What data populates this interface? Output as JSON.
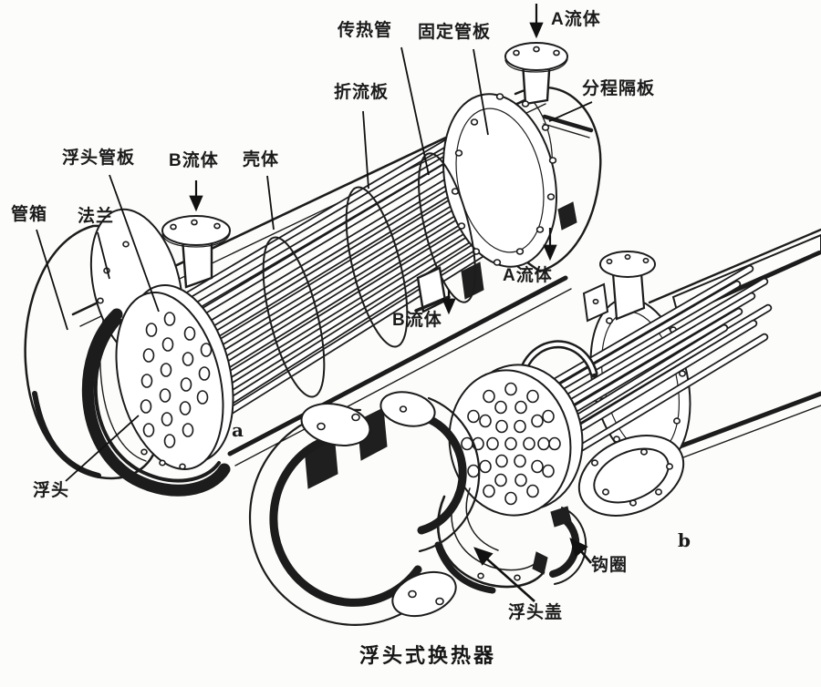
{
  "figure": {
    "title": "浮头式换热器",
    "sub_a": "a",
    "sub_b": "b",
    "labels": {
      "tube": "传热管",
      "fixed_tube_sheet": "固定管板",
      "fluid_a_top": "A流体",
      "pass_partition": "分程隔板",
      "baffle": "折流板",
      "floating_tube_sheet": "浮头管板",
      "fluid_b_top": "B流体",
      "shell": "壳体",
      "channel_box": "管箱",
      "flange": "法兰",
      "fluid_a_mid": "A流体",
      "fluid_b_mid": "B流体",
      "floating_head": "浮头",
      "hook_ring": "钩圈",
      "floating_head_cover": "浮头盖"
    },
    "colors": {
      "ink": "#1b1b1b",
      "paper": "#fcfcfa"
    }
  }
}
